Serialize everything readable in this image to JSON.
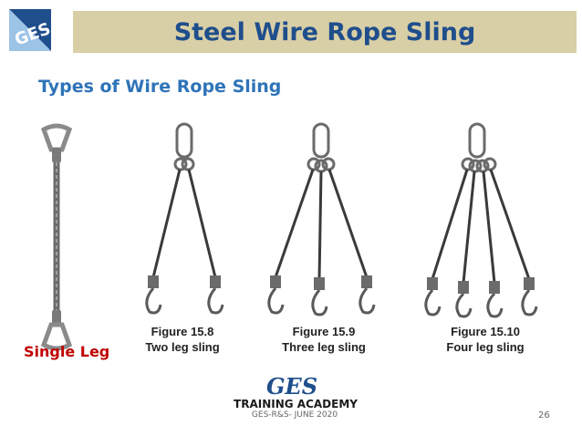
{
  "header": {
    "logo_text": "GES",
    "title": "Steel Wire Rope Sling"
  },
  "section": {
    "subtitle": "Types of Wire Rope Sling"
  },
  "single_leg": {
    "label": "Single Leg"
  },
  "figures": [
    {
      "number": "Figure 15.8",
      "name": "Two leg sling"
    },
    {
      "number": "Figure 15.9",
      "name": "Three leg sling"
    },
    {
      "number": "Figure 15.10",
      "name": "Four leg sling"
    }
  ],
  "footer": {
    "brand": "GES",
    "academy": "TRAINING ACADEMY",
    "code": "GES-R&S- JUNE 2020",
    "page": "26"
  },
  "colors": {
    "title_bar": "#d9cfa6",
    "title_text": "#1f4e8c",
    "subtitle": "#2e73b8",
    "single_leg_label": "#c00000"
  }
}
